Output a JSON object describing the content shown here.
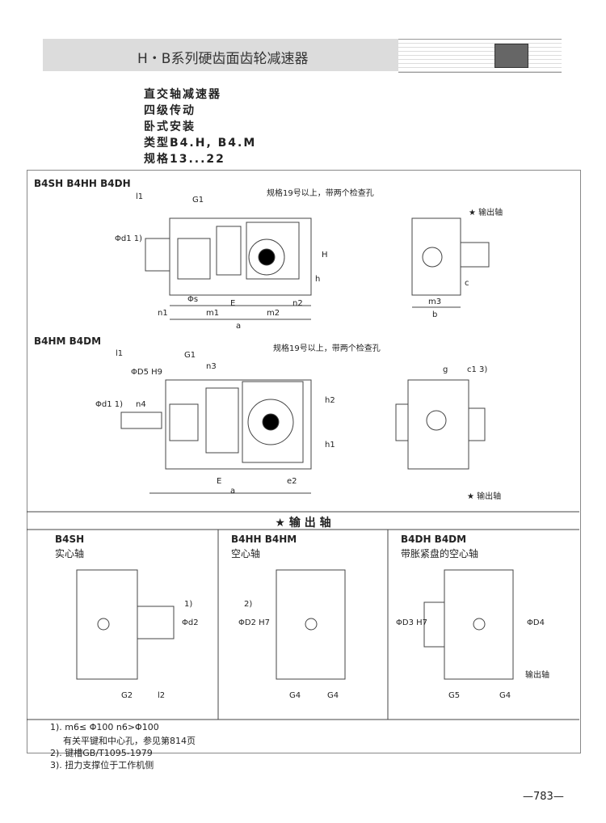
{
  "header": {
    "title": "H・B系列硬齿面齿轮减速器"
  },
  "subtitle": [
    "直交轴减速器",
    "四级传动",
    "卧式安装",
    "类型B4.H, B4.M",
    "规格13...22"
  ],
  "top_drawing": {
    "title": "B4SH B4HH B4DH",
    "note": "规格19号以上，带两个检查孔",
    "output_label": "★ 输出轴",
    "dims": [
      "l1",
      "G1",
      "Φd1 1)",
      "H",
      "h",
      "Φs",
      "E",
      "n1",
      "m1",
      "m2",
      "n2",
      "a",
      "m3",
      "b",
      "c"
    ]
  },
  "mid_drawing": {
    "title": "B4HM B4DM",
    "note": "规格19号以上，带两个检查孔",
    "output_label": "★ 输出轴",
    "dims": [
      "l1",
      "G1",
      "ΦD5 H9",
      "n3",
      "n4",
      "Φd1 1)",
      "h2",
      "h1",
      "E",
      "e2",
      "a",
      "g",
      "c1 3)"
    ]
  },
  "output_section": {
    "title": "★   输   出   轴",
    "columns": [
      {
        "title": "B4SH",
        "subtitle": "实心轴",
        "dims": [
          "1)",
          "Φd2",
          "G2",
          "l2"
        ]
      },
      {
        "title": "B4HH B4HM",
        "subtitle": "空心轴",
        "dims": [
          "2)",
          "ΦD2 H7",
          "G4",
          "G4"
        ]
      },
      {
        "title": "B4DH B4DM",
        "subtitle": "带胀紧盘的空心轴",
        "dims": [
          "ΦD3 H7",
          "ΦD4",
          "输出轴",
          "G5",
          "G4"
        ]
      }
    ]
  },
  "notes": [
    "1). m6≤ Φ100  n6>Φ100",
    "有关平键和中心孔，参见第814页",
    "2). 键槽GB/T1095-1979",
    "3). 扭力支撑位于工作机侧"
  ],
  "page_number": "—783—"
}
